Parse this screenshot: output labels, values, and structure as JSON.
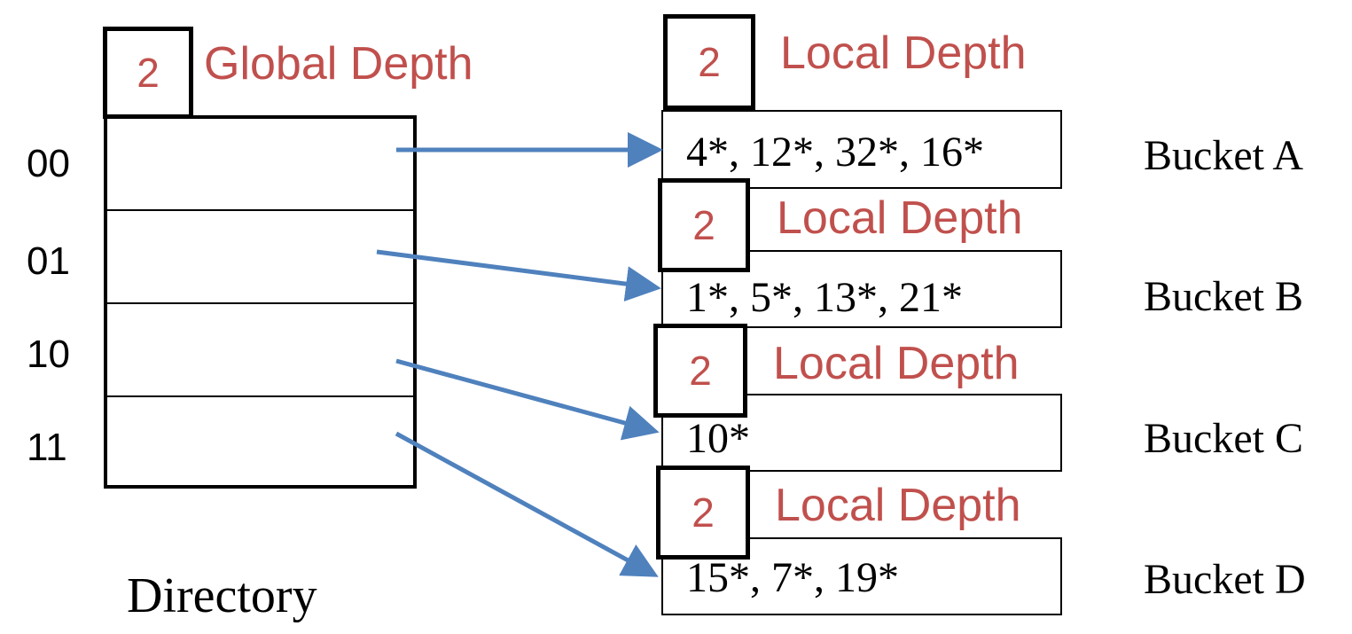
{
  "directory": {
    "global_depth": "2",
    "global_depth_label": "Global Depth",
    "caption": "Directory",
    "entries": [
      "00",
      "01",
      "10",
      "11"
    ]
  },
  "buckets": [
    {
      "name": "Bucket A",
      "local_depth": "2",
      "local_depth_label": "Local Depth",
      "contents": "4*, 12*, 32*, 16*"
    },
    {
      "name": "Bucket B",
      "local_depth": "2",
      "local_depth_label": "Local Depth",
      "contents": "1*, 5*, 13*, 21*"
    },
    {
      "name": "Bucket C",
      "local_depth": "2",
      "local_depth_label": "Local Depth",
      "contents": "10*"
    },
    {
      "name": "Bucket D",
      "local_depth": "2",
      "local_depth_label": "Local Depth",
      "contents": "15*, 7*, 19*"
    }
  ],
  "colors": {
    "depth_text": "#C0504D",
    "arrow": "#4F81BD",
    "outline": "#000000"
  }
}
